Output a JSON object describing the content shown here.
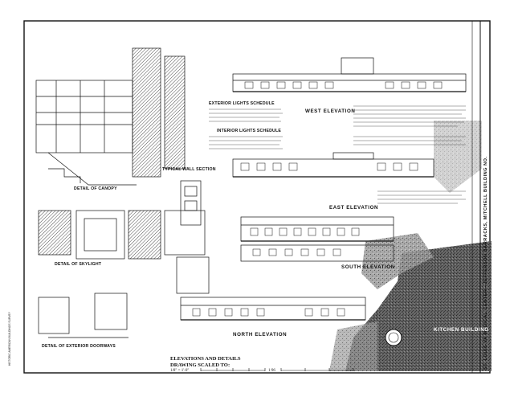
{
  "drawing": {
    "sidebar_title": "ST. LOUIS VA MEDICAL CENTER—JEFFERSON BARRACKS, MITCHELL BUILDING NO.",
    "bottom_title_1": "ELEVATIONS AND DETAILS",
    "bottom_title_2": "DRAWING SCALED TO:",
    "scale_left": "1/8\" = 1'-0\"",
    "scale_right": "1:96",
    "labels": {
      "west_elevation": "WEST ELEVATION",
      "east_elevation": "EAST ELEVATION",
      "south_elevation": "SOUTH ELEVATION",
      "north_elevation": "NORTH ELEVATION",
      "detail_canopy": "DETAIL OF CANOPY",
      "typical_wall_section": "TYPICAL WALL SECTION",
      "exterior_lights_schedule": "EXTERIOR LIGHTS SCHEDULE",
      "interior_lights_schedule": "INTERIOR LIGHTS SCHEDULE",
      "detail_skylight": "DETAIL OF SKYLIGHT",
      "detail_exterior_doorways": "DETAIL OF EXTERIOR DOORWAYS",
      "kitchen_building": "KITCHEN BUILDING"
    },
    "left_margin_note": "HISTORIC AMERICAN BUILDINGS SURVEY"
  }
}
